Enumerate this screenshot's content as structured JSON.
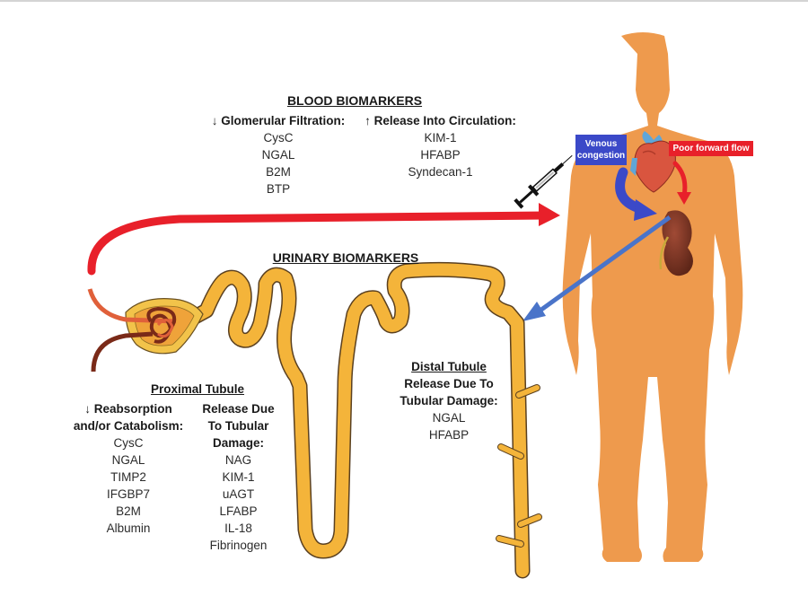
{
  "blood": {
    "title": "BLOOD BIOMARKERS",
    "glomerular": {
      "heading": "↓ Glomerular Filtration:",
      "items": [
        "CysC",
        "NGAL",
        "B2M",
        "BTP"
      ]
    },
    "circulation": {
      "heading": "↑ Release Into Circulation:",
      "items": [
        "KIM-1",
        "HFABP",
        "Syndecan-1"
      ]
    }
  },
  "urinary": {
    "title": "URINARY BIOMARKERS",
    "proximal": {
      "title": "Proximal Tubule",
      "reabsorption": {
        "heading_line1": "↓ Reabsorption",
        "heading_line2": "and/or Catabolism:",
        "items": [
          "CysC",
          "NGAL",
          "TIMP2",
          "IFGBP7",
          "B2M",
          "Albumin"
        ]
      },
      "damage": {
        "heading_line1": "Release Due",
        "heading_line2": "To Tubular",
        "heading_line3": "Damage:",
        "items": [
          "NAG",
          "KIM-1",
          "uAGT",
          "LFABP",
          "IL-18",
          "Fibrinogen"
        ]
      }
    },
    "distal": {
      "title": "Distal Tubule",
      "heading_line1": "Release Due To",
      "heading_line2": "Tubular Damage:",
      "items": [
        "NGAL",
        "HFABP"
      ]
    }
  },
  "body": {
    "venous_label_line1": "Venous",
    "venous_label_line2": "congestion",
    "forward_label": "Poor forward flow"
  },
  "colors": {
    "body_skin": "#ee9a4d",
    "venous_blue": "#3b49c8",
    "forward_red": "#e8202a",
    "arrow_red": "#e8202a",
    "arrow_blue": "#4a74c9",
    "tubule_yellow": "#f4b43a",
    "kidney_brown": "#7a3525"
  }
}
